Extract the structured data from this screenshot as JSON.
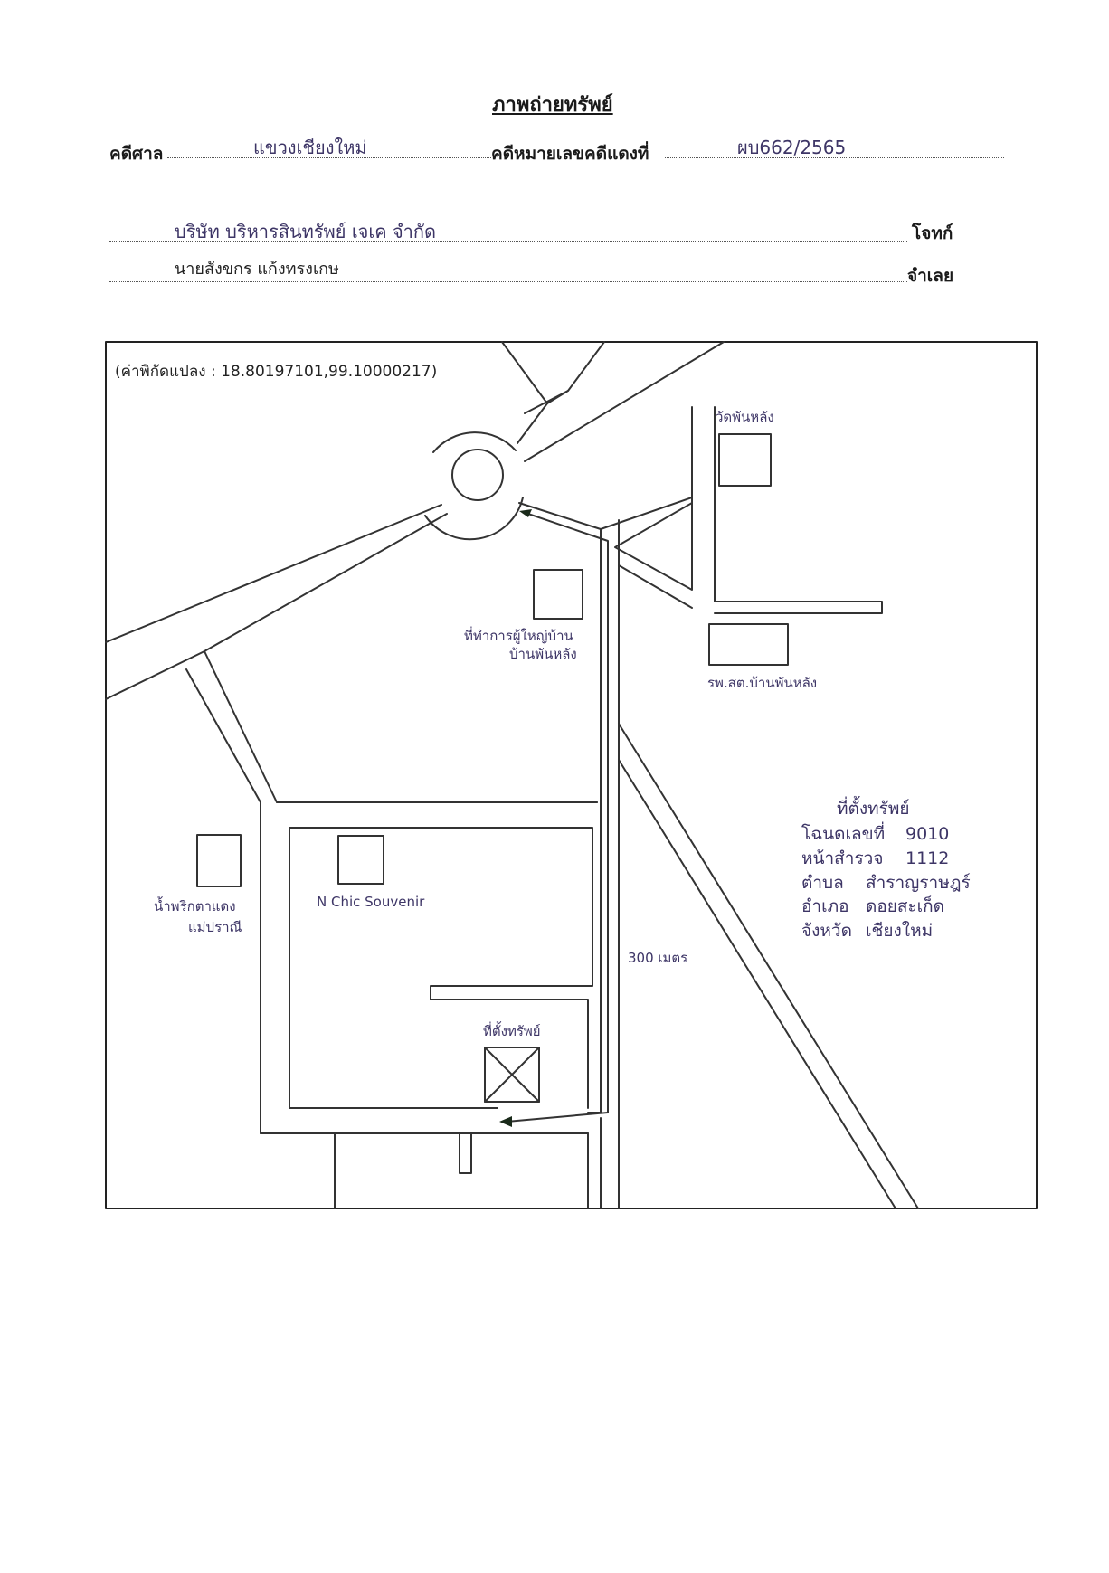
{
  "header": {
    "title": "ภาพถ่ายทรัพย์",
    "court_label": "คดีศาล",
    "court_value": "แขวงเชียงใหม่",
    "case_label": "คดีหมายเลขคดีแดงที่",
    "case_value": "ผบ662/2565"
  },
  "parties": {
    "plaintiff_name": "บริษัท บริหารสินทรัพย์ เจเค จำกัด",
    "plaintiff_label": "โจทก์",
    "defendant_name": "นายสังขกร แก้งทรงเกษ",
    "defendant_label": "จำเลย"
  },
  "map": {
    "coordinates": "(ค่าพิกัดแปลง : 18.80197101,99.10000217)",
    "temple": "วัดพันหลัง",
    "headman_office_line1": "ที่ทำการผู้ใหญ่บ้าน",
    "headman_office_line2": "บ้านพันหลัง",
    "health_center": "รพ.สต.บ้านพันหลัง",
    "chili_shop_line1": "น้ำพริกตาแดง",
    "chili_shop_line2": "แม่ปราณี",
    "souvenir": "N Chic Souvenir",
    "distance": "300 เมตร",
    "property_marker": "ที่ตั้งทรัพย์",
    "property_info": {
      "heading": "ที่ตั้งทรัพย์",
      "deed_label": "โฉนดเลขที่",
      "deed_value": "9010",
      "survey_label": "หน้าสำรวจ",
      "survey_value": "1112",
      "subdistrict_label": "ตำบล",
      "subdistrict_value": "สำราญราษฎร์",
      "district_label": "อำเภอ",
      "district_value": "ดอยสะเก็ด",
      "province_label": "จังหวัด",
      "province_value": "เชียงใหม่"
    }
  },
  "colors": {
    "road_line": "#333333",
    "label_text": "#3d3566",
    "arrow": "#1a2a1a"
  }
}
